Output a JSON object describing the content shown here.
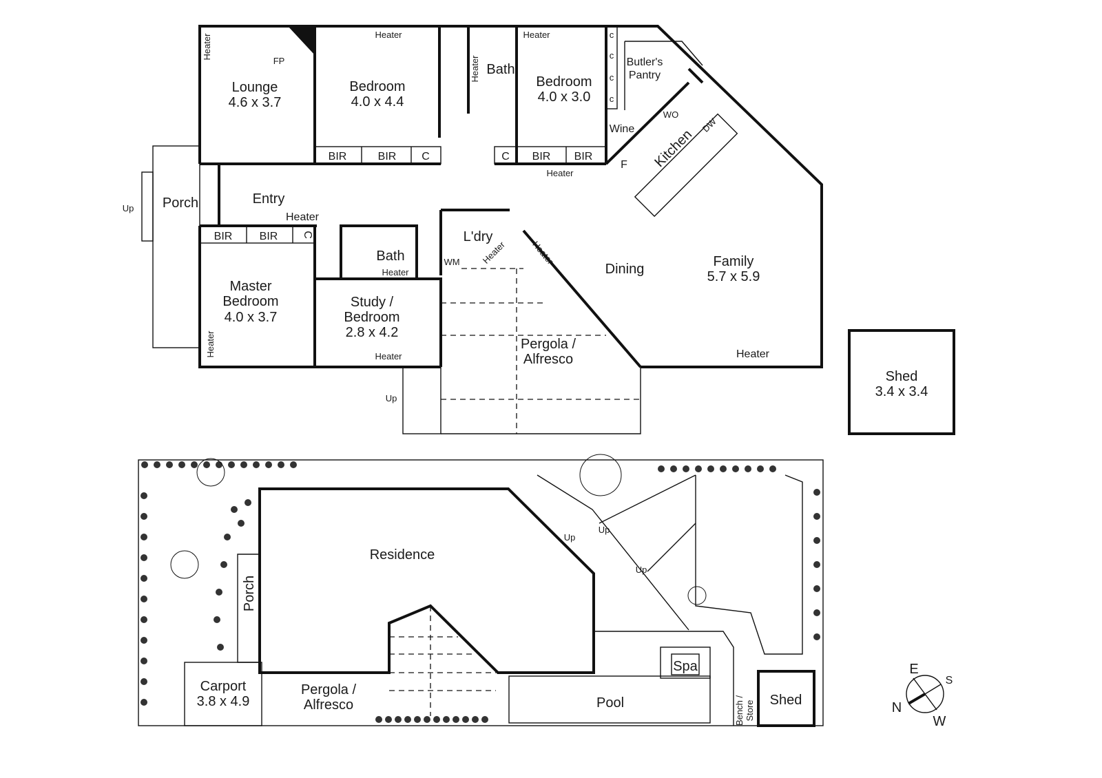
{
  "floor_plan": {
    "rooms": {
      "lounge": {
        "name": "Lounge",
        "size": "4.6 x 3.7"
      },
      "bedroom1": {
        "name": "Bedroom",
        "size": "4.0 x 4.4"
      },
      "bedroom2": {
        "name": "Bedroom",
        "size": "4.0 x 3.0"
      },
      "bath1": {
        "name": "Bath"
      },
      "butlers_pantry": {
        "line1": "Butler's",
        "line2": "Pantry"
      },
      "kitchen": {
        "name": "Kitchen"
      },
      "wine": {
        "name": "Wine"
      },
      "porch": {
        "name": "Porch"
      },
      "entry": {
        "name": "Entry"
      },
      "master": {
        "line1": "Master",
        "line2": "Bedroom",
        "size": "4.0 x 3.7"
      },
      "bath2": {
        "name": "Bath"
      },
      "laundry": {
        "name": "L'dry"
      },
      "study": {
        "line1": "Study /",
        "line2": "Bedroom",
        "size": "2.8 x 4.2"
      },
      "dining": {
        "name": "Dining"
      },
      "family": {
        "name": "Family",
        "size": "5.7 x 5.9"
      },
      "pergola": {
        "line1": "Pergola /",
        "line2": "Alfresco"
      },
      "shed": {
        "name": "Shed",
        "size": "3.4 x 3.4"
      }
    },
    "fixtures": {
      "heater": "Heater",
      "fp": "FP",
      "bir": "BIR",
      "c": "C",
      "c_lower": "c",
      "wo": "WO",
      "dw": "DW",
      "f": "F",
      "wm": "WM",
      "up": "Up"
    }
  },
  "site_plan": {
    "residence": "Residence",
    "porch": "Porch",
    "carport": {
      "name": "Carport",
      "size": "3.8 x 4.9"
    },
    "pergola": {
      "line1": "Pergola /",
      "line2": "Alfresco"
    },
    "pool": "Pool",
    "spa": "Spa",
    "bench": {
      "line1": "Bench /",
      "line2": "Store"
    },
    "shed": "Shed",
    "up": "Up"
  },
  "compass": {
    "e": "E",
    "s": "S",
    "n": "N",
    "w": "W"
  }
}
